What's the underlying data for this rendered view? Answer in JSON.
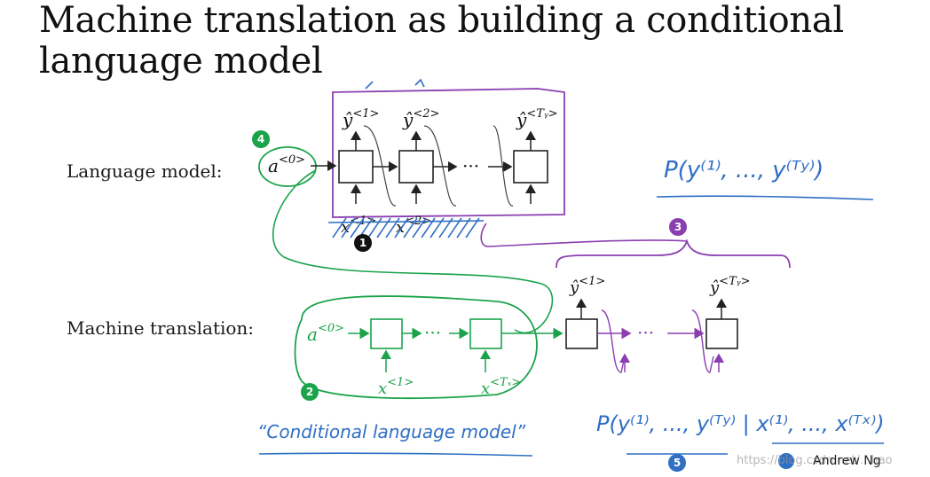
{
  "title": "Machine translation as building a conditional language model",
  "labels": {
    "language_model": "Language model:",
    "machine_translation": "Machine translation:"
  },
  "math": {
    "a0": "a",
    "a0_sup": "<0>",
    "y1": "ŷ",
    "y1_sup": "<1>",
    "y2": "ŷ",
    "y2_sup": "<2>",
    "yTy": "ŷ",
    "yTy_sup": "<Tᵧ>",
    "x1": "x",
    "x1_sup": "<1>",
    "x2": "x",
    "x2_sup": "<2>",
    "xTx": "x",
    "xTx_sup": "<Tₓ>",
    "dots": "···"
  },
  "annotations": {
    "lm_prob": "P(y⁽¹⁾, ..., y⁽ᵀʸ⁾)",
    "cond_prob": "P(y⁽¹⁾, ..., y⁽ᵀʸ⁾ | x⁽¹⁾, ..., x⁽ᵀˣ⁾)",
    "cond_lm": "“Conditional language model”"
  },
  "badges": [
    "1",
    "2",
    "3",
    "4",
    "5"
  ],
  "colors": {
    "green": "#1aa34a",
    "purple": "#8a3fb0",
    "blue": "#2f6fc4",
    "black": "#111111"
  },
  "footer": {
    "author": "Andrew Ng",
    "watermark": "https://blog.csdn.net/...hao"
  }
}
